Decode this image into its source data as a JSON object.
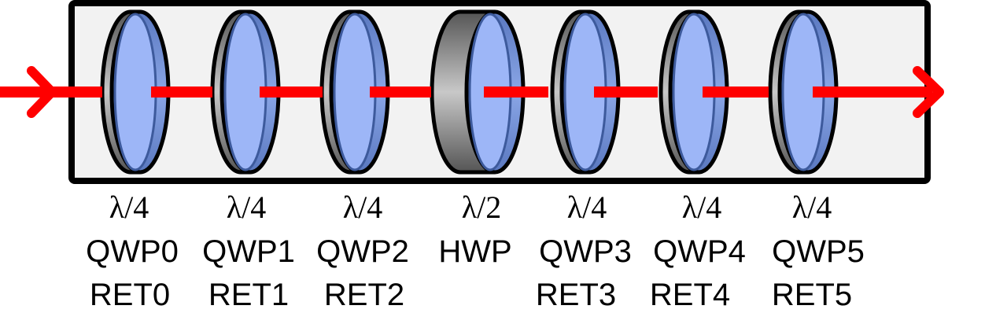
{
  "colors": {
    "beam": "#ff0000",
    "plate_face": "#9db6f7",
    "plate_edge_blue": "#7090d8",
    "plate_rim": "#b8b8b8",
    "box_fill": "#f2f2f2"
  },
  "elements": [
    {
      "fraction": "λ/4",
      "name": "QWP0",
      "retarder": "RET0",
      "kind": "quarter"
    },
    {
      "fraction": "λ/4",
      "name": "QWP1",
      "retarder": "RET1",
      "kind": "quarter"
    },
    {
      "fraction": "λ/4",
      "name": "QWP2",
      "retarder": "RET2",
      "kind": "quarter"
    },
    {
      "fraction": "λ/2",
      "name": "HWP",
      "retarder": "",
      "kind": "half"
    },
    {
      "fraction": "λ/4",
      "name": "QWP3",
      "retarder": "RET3",
      "kind": "quarter"
    },
    {
      "fraction": "λ/4",
      "name": "QWP4",
      "retarder": "RET4",
      "kind": "quarter"
    },
    {
      "fraction": "λ/4",
      "name": "QWP5",
      "retarder": "RET5",
      "kind": "quarter"
    }
  ]
}
